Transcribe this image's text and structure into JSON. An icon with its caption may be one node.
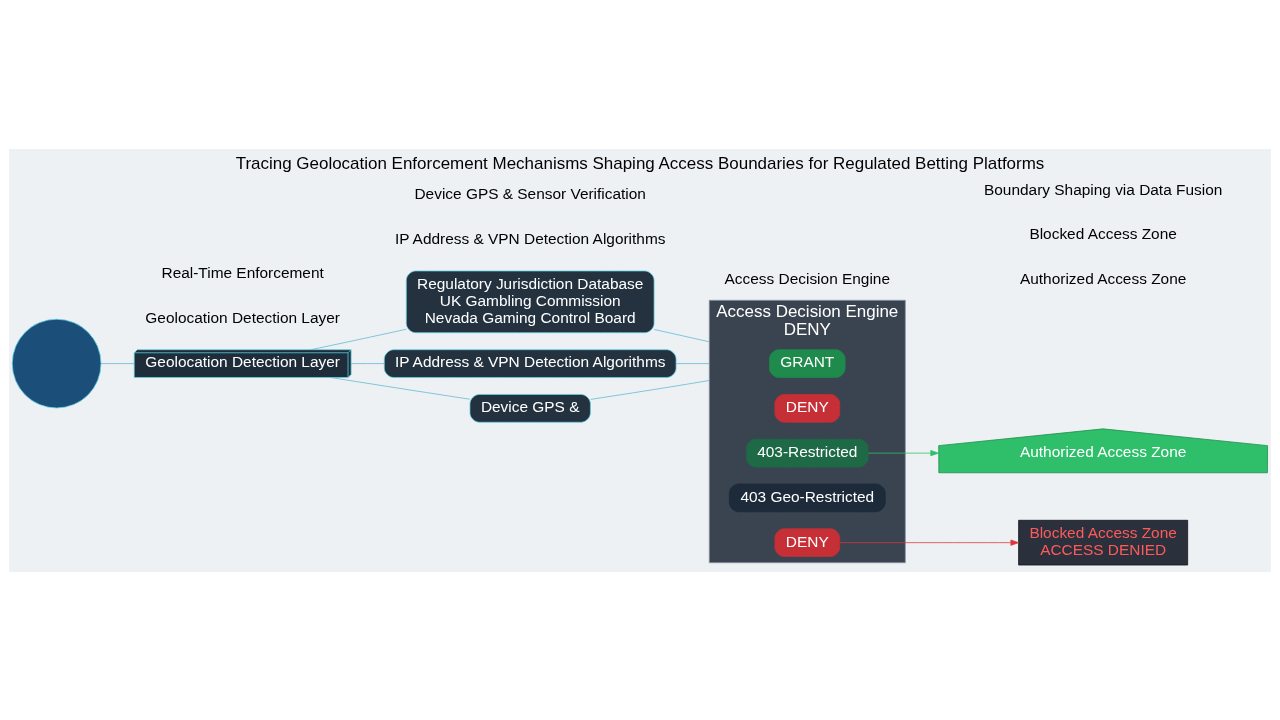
{
  "diagram": {
    "title": "Tracing Geolocation Enforcement Mechanisms Shaping Access Boundaries for Regulated Betting Platforms",
    "nodes": [
      {
        "text": [],
        "shape": "circle"
      },
      {
        "text": [
          "Geolocation Detection Layer"
        ]
      },
      {
        "text": [
          "Regulatory Jurisdiction Database",
          "UK Gambling Commission",
          "Nevada Gaming Control Board"
        ]
      },
      {
        "text": [
          "IP Address & VPN Detection Algorithms"
        ]
      },
      {
        "text": [
          "Device GPS &"
        ]
      },
      {
        "text": [
          "Access Decision Engine",
          "DENY"
        ]
      },
      {
        "text": [
          "GRANT"
        ],
        "in": 5
      },
      {
        "text": [
          "DENY"
        ],
        "in": 5
      },
      {
        "text": [
          "403-Restricted"
        ],
        "in": 5
      },
      {
        "text": [
          "403 Geo-Restricted"
        ],
        "in": 5
      },
      {
        "text": [
          "DENY"
        ],
        "in": 5
      },
      {
        "text": [
          "Authorized Access Zone"
        ]
      },
      {
        "text": [
          "Blocked Access Zone",
          "ACCESS DENIED"
        ]
      }
    ],
    "edges": [
      {
        "from": 0,
        "to": 1,
        "arrow": "none"
      },
      {
        "from": 1,
        "to": 2,
        "arrow": "none"
      },
      {
        "from": 1,
        "to": 3,
        "arrow": "none"
      },
      {
        "from": 1,
        "to": 4,
        "arrow": "none"
      },
      {
        "from": 2,
        "to": 5,
        "arrow": "none"
      },
      {
        "from": 3,
        "to": 5,
        "arrow": "none"
      },
      {
        "from": 4,
        "to": 5,
        "arrow": "none"
      },
      {
        "from": 8,
        "to": 11,
        "arrow": "to",
        "color": "#2fbf6a"
      },
      {
        "from": 10,
        "to": 12,
        "arrow": "to",
        "color": "#d9363e"
      }
    ],
    "labels": [
      "Geolocation Detection Layer",
      "IP Address & VPN Detection Algorithms",
      "Access Decision Engine",
      "Authorized Access Zone",
      "Blocked Access Zone",
      "Real-Time Enforcement",
      "Device GPS & Sensor Verification",
      "Boundary Shaping via Data Fusion"
    ]
  }
}
